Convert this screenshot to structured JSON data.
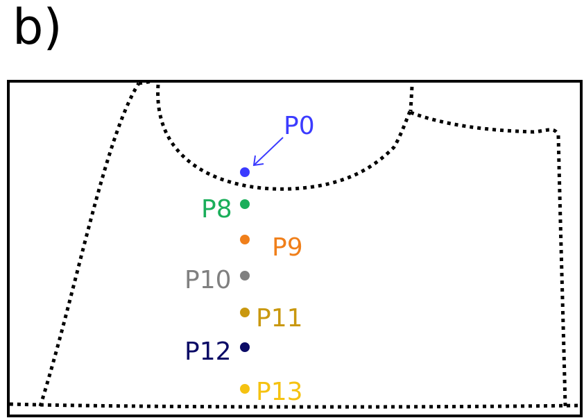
{
  "panel_label": "b)",
  "points": [
    {
      "id": "p0",
      "label": "P0",
      "color": "#3b3bff"
    },
    {
      "id": "p8",
      "label": "P8",
      "color": "#1aae5a"
    },
    {
      "id": "p9",
      "label": "P9",
      "color": "#f07f1a"
    },
    {
      "id": "p10",
      "label": "P10",
      "color": "#808080"
    },
    {
      "id": "p11",
      "label": "P11",
      "color": "#c9980f"
    },
    {
      "id": "p12",
      "label": "P12",
      "color": "#0b0b66"
    },
    {
      "id": "p13",
      "label": "P13",
      "color": "#f5c211"
    }
  ]
}
